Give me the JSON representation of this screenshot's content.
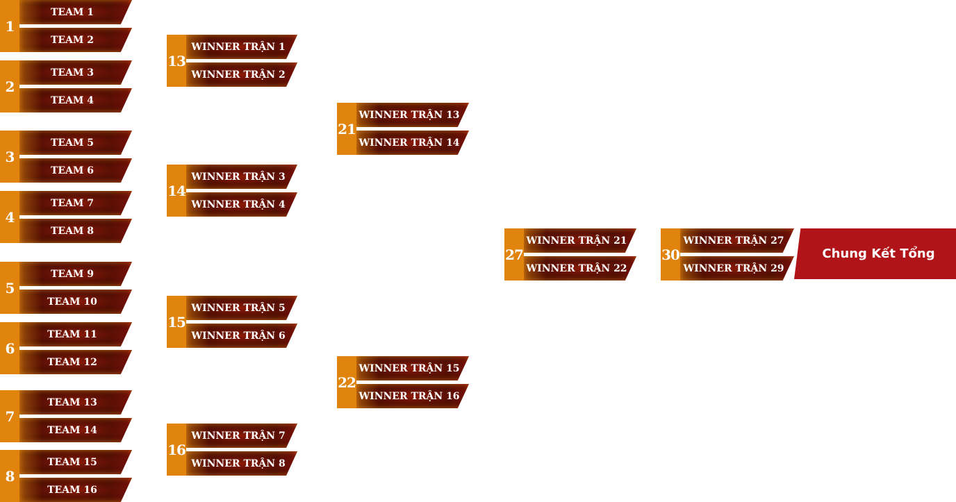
{
  "bracket": {
    "round1": [
      {
        "num": "1",
        "a": "TEAM 1",
        "b": "TEAM 2"
      },
      {
        "num": "2",
        "a": "TEAM 3",
        "b": "TEAM 4"
      },
      {
        "num": "3",
        "a": "TEAM 5",
        "b": "TEAM 6"
      },
      {
        "num": "4",
        "a": "TEAM 7",
        "b": "TEAM 8"
      },
      {
        "num": "5",
        "a": "TEAM 9",
        "b": "TEAM 10"
      },
      {
        "num": "6",
        "a": "TEAM 11",
        "b": "TEAM 12"
      },
      {
        "num": "7",
        "a": "TEAM 13",
        "b": "TEAM 14"
      },
      {
        "num": "8",
        "a": "TEAM 15",
        "b": "TEAM 16"
      }
    ],
    "round2": [
      {
        "num": "13",
        "a": "WINNER TRẬN 1",
        "b": "WINNER TRẬN 2"
      },
      {
        "num": "14",
        "a": "WINNER TRẬN 3",
        "b": "WINNER TRẬN 4"
      },
      {
        "num": "15",
        "a": "WINNER TRẬN 5",
        "b": "WINNER TRẬN 6"
      },
      {
        "num": "16",
        "a": "WINNER TRẬN 7",
        "b": "WINNER TRẬN 8"
      }
    ],
    "round3": [
      {
        "num": "21",
        "a": "WINNER TRẬN 13",
        "b": "WINNER TRẬN 14"
      },
      {
        "num": "22",
        "a": "WINNER TRẬN 15",
        "b": "WINNER TRẬN 16"
      }
    ],
    "round4": [
      {
        "num": "27",
        "a": "WINNER TRẬN 21",
        "b": "WINNER TRẬN 22"
      }
    ],
    "round5": [
      {
        "num": "30",
        "a": "WINNER TRẬN 27",
        "b": "WINNER TRẬN 29"
      }
    ],
    "final_label": "Chung Kết Tổng"
  },
  "colors": {
    "number_block": "#e0840e",
    "slot_dark": "#5a1004",
    "final_bg": "#b01418"
  }
}
